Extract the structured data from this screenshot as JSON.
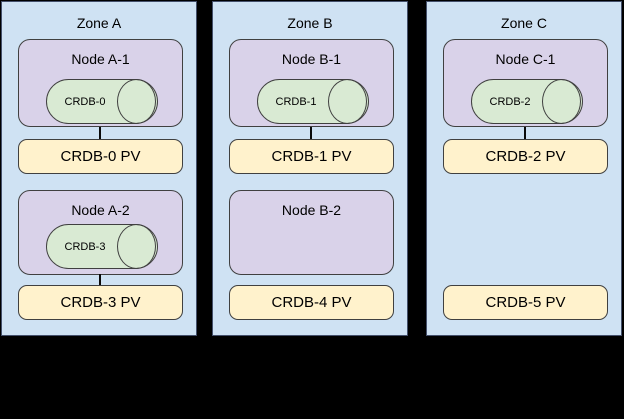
{
  "diagram": {
    "background": "#000000",
    "colors": {
      "zone_fill": "#cfe2f3",
      "node_fill": "#d9d2e9",
      "pod_cylinder_fill": "#d9ead3",
      "pv_fill": "#fff2cc",
      "border": "#404040",
      "connector": "#0a0a0a"
    }
  },
  "zones": [
    {
      "label": "Zone A",
      "nodes": [
        {
          "label": "Node A-1",
          "pod": "CRDB-0",
          "pv": "CRDB-0 PV",
          "connected": true
        },
        {
          "label": "Node A-2",
          "pod": "CRDB-3",
          "pv": "CRDB-3 PV",
          "connected": true
        }
      ]
    },
    {
      "label": "Zone B",
      "nodes": [
        {
          "label": "Node B-1",
          "pod": "CRDB-1",
          "pv": "CRDB-1 PV",
          "connected": true
        },
        {
          "label": "Node B-2",
          "pod": null,
          "pv": "CRDB-4 PV",
          "connected": false
        }
      ]
    },
    {
      "label": "Zone C",
      "nodes": [
        {
          "label": "Node C-1",
          "pod": "CRDB-2",
          "pv": "CRDB-2 PV",
          "connected": true
        },
        {
          "label": null,
          "pod": null,
          "pv": "CRDB-5 PV",
          "connected": false
        }
      ]
    }
  ]
}
